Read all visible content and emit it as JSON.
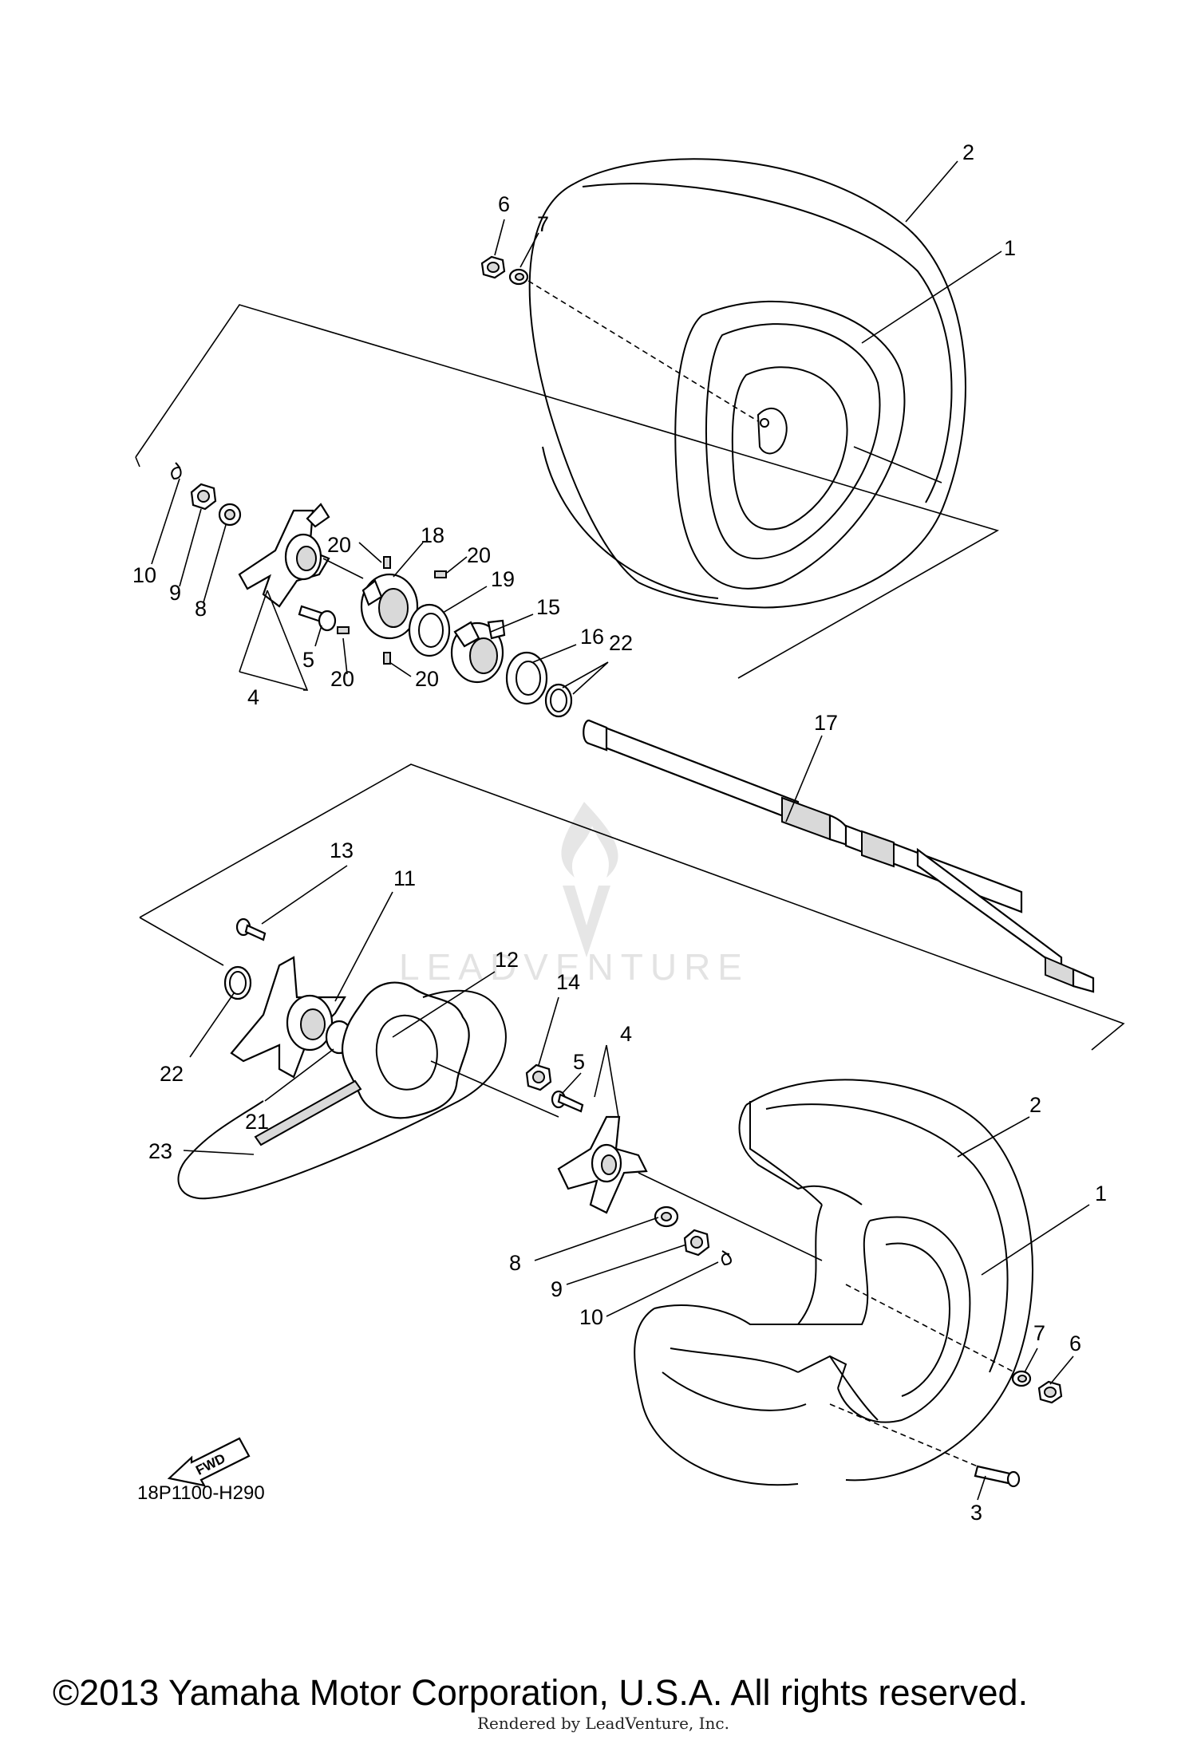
{
  "diagram_code": "18P1100-H290",
  "fwd_label": "FWD",
  "watermark_text": "LEADVENTURE",
  "copyright": "©2013 Yamaha Motor Corporation, U.S.A. All rights reserved.",
  "rendered_by": "Rendered by LeadVenture, Inc.",
  "callouts": {
    "c1a": "1",
    "c2a": "2",
    "c6a": "6",
    "c7a": "7",
    "c10a": "10",
    "c9a": "9",
    "c8a": "8",
    "c4a": "4",
    "c5a": "5",
    "c20a": "20",
    "c20b": "20",
    "c20c": "20",
    "c20d": "20",
    "c18": "18",
    "c19": "19",
    "c15": "15",
    "c16": "16",
    "c22a": "22",
    "c17": "17",
    "c13": "13",
    "c11": "11",
    "c12": "12",
    "c22b": "22",
    "c21": "21",
    "c23": "23",
    "c14": "14",
    "c4b": "4",
    "c5b": "5",
    "c2b": "2",
    "c1b": "1",
    "c8b": "8",
    "c9b": "9",
    "c10b": "10",
    "c7b": "7",
    "c6b": "6",
    "c3": "3"
  }
}
